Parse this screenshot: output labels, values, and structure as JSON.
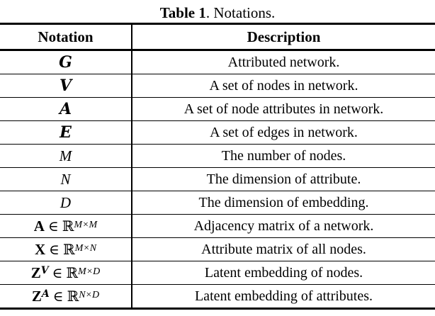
{
  "caption": {
    "label": "Table 1",
    "rest": ". Notations."
  },
  "table": {
    "headers": [
      "Notation",
      "Description"
    ],
    "rows": [
      {
        "notation": [
          {
            "text": "G",
            "style": "cal"
          }
        ],
        "description": "Attributed network."
      },
      {
        "notation": [
          {
            "text": "V",
            "style": "cal"
          }
        ],
        "description": "A set of nodes in network."
      },
      {
        "notation": [
          {
            "text": "A",
            "style": "cal"
          }
        ],
        "description": "A set of node attributes in network."
      },
      {
        "notation": [
          {
            "text": "E",
            "style": "cal"
          }
        ],
        "description": "A set of edges in network."
      },
      {
        "notation": [
          {
            "text": "M",
            "style": "mi"
          }
        ],
        "description": "The number of nodes."
      },
      {
        "notation": [
          {
            "text": "N",
            "style": "mi"
          }
        ],
        "description": "The dimension of attribute."
      },
      {
        "notation": [
          {
            "text": "D",
            "style": "mi"
          }
        ],
        "description": "The dimension of embedding."
      },
      {
        "notation": [
          {
            "text": "A",
            "style": "bf"
          },
          {
            "text": " ∈ ",
            "style": "sym"
          },
          {
            "text": "ℝ",
            "style": "bb"
          },
          {
            "text": "M×M",
            "style": "sup"
          }
        ],
        "description": "Adjacency matrix of a network."
      },
      {
        "notation": [
          {
            "text": "X",
            "style": "bf"
          },
          {
            "text": " ∈ ",
            "style": "sym"
          },
          {
            "text": "ℝ",
            "style": "bb"
          },
          {
            "text": "M×N",
            "style": "sup"
          }
        ],
        "description": "Attribute matrix of all nodes."
      },
      {
        "notation": [
          {
            "text": "Z",
            "style": "bf"
          },
          {
            "text": "V",
            "style": "supcal"
          },
          {
            "text": " ∈ ",
            "style": "sym"
          },
          {
            "text": "ℝ",
            "style": "bb"
          },
          {
            "text": "M×D",
            "style": "sup"
          }
        ],
        "description": "Latent embedding of nodes."
      },
      {
        "notation": [
          {
            "text": "Z",
            "style": "bf"
          },
          {
            "text": "A",
            "style": "supcal"
          },
          {
            "text": " ∈ ",
            "style": "sym"
          },
          {
            "text": "ℝ",
            "style": "bb"
          },
          {
            "text": "N×D",
            "style": "sup"
          }
        ],
        "description": "Latent embedding of attributes."
      }
    ]
  }
}
